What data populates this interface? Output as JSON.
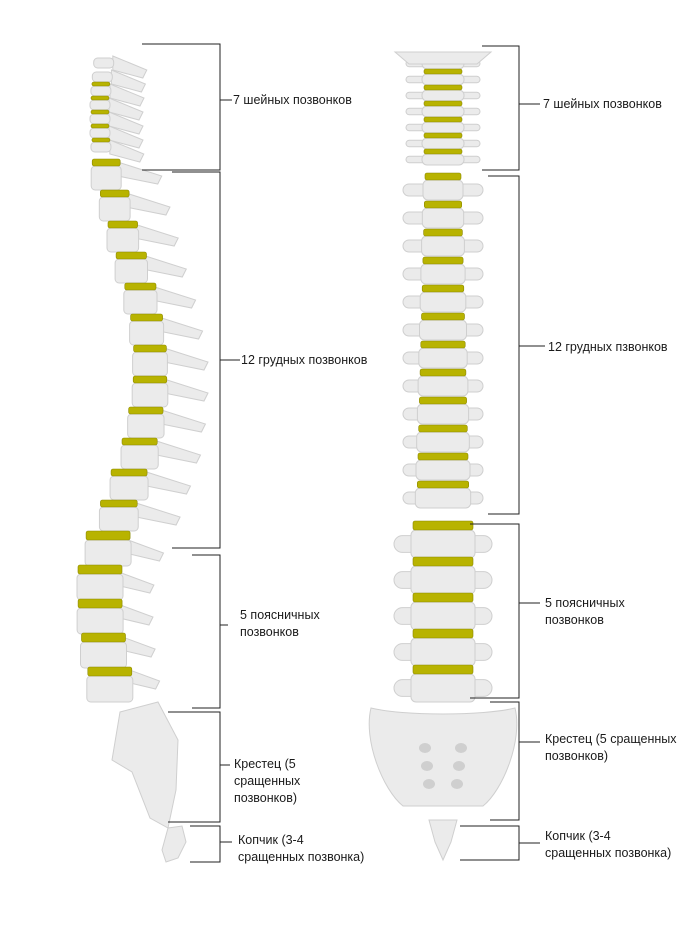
{
  "colors": {
    "bone": "#ebebeb",
    "bone_shade": "#cfcfcf",
    "disc": "#b8b300",
    "disc_shade": "#8a8700",
    "bracket": "#222222"
  },
  "left_view": {
    "cervical": "7 шейных позвонков",
    "thoracic": "12 грудных позвонков",
    "lumbar_line1": "5 поясничных",
    "lumbar_line2": "позвонков",
    "sacrum_line1": "Крестец (5",
    "sacrum_line2": "сращенных",
    "sacrum_line3": "позвонков)",
    "coccyx_line1": "Копчик (3-4",
    "coccyx_line2": "сращенных позвонка)"
  },
  "right_view": {
    "cervical": "7 шейных позвонков",
    "thoracic": "12 грудных пзвонков",
    "lumbar_line1": "5 поясничных",
    "lumbar_line2": "позвонков",
    "sacrum_line1": "Крестец (5 сращенных",
    "sacrum_line2": "позвонков)",
    "coccyx_line1": "Копчик (3-4",
    "coccyx_line2": "сращенных позвонка)"
  }
}
